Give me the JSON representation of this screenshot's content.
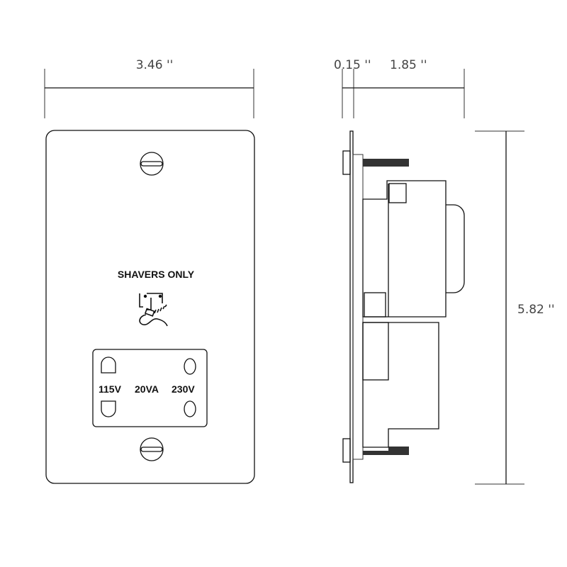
{
  "dimensions": {
    "width": "3.46 ''",
    "plate_depth": "0.15 ''",
    "body_depth": "1.85 ''",
    "height": "5.82 ''"
  },
  "faceplate": {
    "label": "SHAVERS ONLY",
    "icon": "shaver-face-icon",
    "socket_labels": [
      "115V",
      "20VA",
      "230V"
    ]
  }
}
